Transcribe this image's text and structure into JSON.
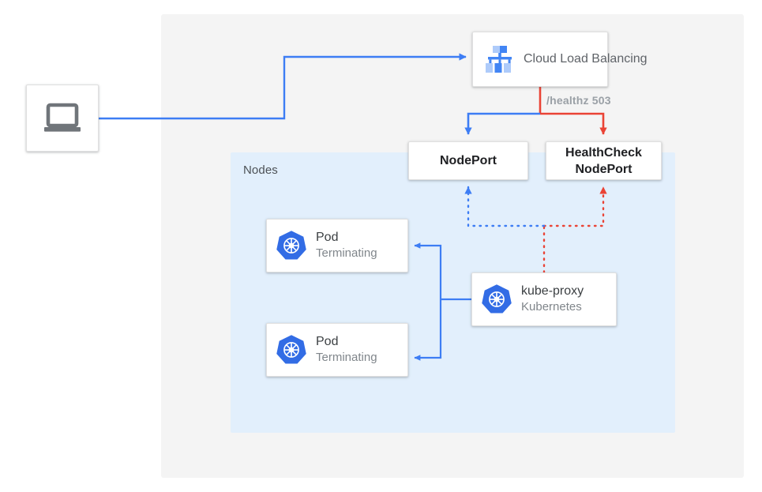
{
  "diagram": {
    "title": "Kubernetes NodePort / HealthCheck NodePort traffic flow",
    "panels": {
      "outer_label": "",
      "nodes_label": "Nodes"
    },
    "colors": {
      "blue": "#4285f4",
      "blue_dark": "#1a73e8",
      "red": "#ea4335",
      "panel_gray": "#f4f4f4",
      "panel_blue": "#e2effc",
      "icon_gray": "#70757a",
      "text_dark": "#3c4043",
      "text_gray": "#5f6368",
      "text_sub": "#80868b",
      "label_gray": "#9aa0a6",
      "k8s_blue": "#326ce5"
    },
    "nodes": [
      {
        "id": "client",
        "name": "client-device",
        "icon": "laptop-icon",
        "title": "",
        "subtitle": ""
      },
      {
        "id": "load-balancer",
        "name": "cloud-load-balancing",
        "icon": "cloud-load-balancing-icon",
        "title": "Cloud Load Balancing",
        "subtitle": ""
      },
      {
        "id": "nodeport",
        "name": "nodeport",
        "icon": "",
        "title": "NodePort",
        "subtitle": ""
      },
      {
        "id": "hc-nodeport",
        "name": "healthcheck-nodeport",
        "icon": "",
        "title": "HealthCheck NodePort",
        "title_line1": "HealthCheck",
        "title_line2": "NodePort",
        "subtitle": ""
      },
      {
        "id": "pod-1",
        "name": "pod-terminating-1",
        "icon": "kubernetes-icon",
        "title": "Pod",
        "subtitle": "Terminating"
      },
      {
        "id": "pod-2",
        "name": "pod-terminating-2",
        "icon": "kubernetes-icon",
        "title": "Pod",
        "subtitle": "Terminating"
      },
      {
        "id": "kube-proxy",
        "name": "kube-proxy",
        "icon": "kubernetes-icon",
        "title": "kube-proxy",
        "subtitle": "Kubernetes"
      }
    ],
    "edges": [
      {
        "id": "client-to-lb",
        "from": "client",
        "to": "load-balancer",
        "style": "solid",
        "color": "#4285f4",
        "label": ""
      },
      {
        "id": "lb-to-nodeport",
        "from": "load-balancer",
        "to": "nodeport",
        "style": "solid",
        "color": "#4285f4",
        "label": ""
      },
      {
        "id": "lb-to-hc-nodeport",
        "from": "load-balancer",
        "to": "hc-nodeport",
        "style": "solid",
        "color": "#ea4335",
        "label": "/healthz 503"
      },
      {
        "id": "kube-proxy-to-nodeport",
        "from": "kube-proxy",
        "to": "nodeport",
        "style": "dotted",
        "color": "#4285f4",
        "label": ""
      },
      {
        "id": "kube-proxy-to-hc-nodeport",
        "from": "kube-proxy",
        "to": "hc-nodeport",
        "style": "dotted",
        "color": "#ea4335",
        "label": ""
      },
      {
        "id": "kube-proxy-to-pod-1",
        "from": "kube-proxy",
        "to": "pod-1",
        "style": "solid",
        "color": "#4285f4",
        "label": ""
      },
      {
        "id": "kube-proxy-to-pod-2",
        "from": "kube-proxy",
        "to": "pod-2",
        "style": "solid",
        "color": "#4285f4",
        "label": ""
      }
    ],
    "labels": {
      "healthz": "/healthz 503"
    }
  }
}
